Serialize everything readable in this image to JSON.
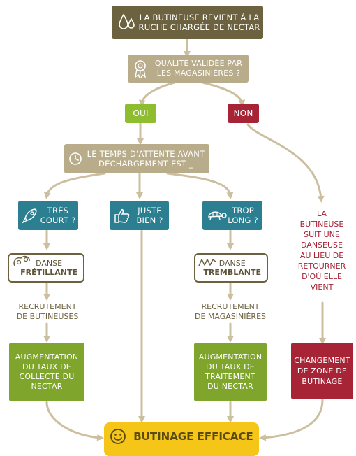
{
  "nodes": {
    "start": "LA BUTINEUSE REVIENT À LA\nRUCHE CHARGÉE DE NECTAR",
    "quality": "QUALITÉ VALIDÉE PAR\nLES MAGASINIÈRES ?",
    "yes": "OUI",
    "no": "NON",
    "wait": "LE TEMPS D'ATTENTE AVANT\nDÉCHARGEMENT EST _",
    "short": "TRÈS\nCOURT ?",
    "right": "JUSTE\nBIEN ?",
    "long": "TROP\nLONG ?",
    "dance_waggle_1": "DANSE",
    "dance_waggle_2": "FRÉTILLANTE",
    "dance_tremble_1": "DANSE",
    "dance_tremble_2": "TREMBLANTE",
    "recruit_foragers": "RECRUTEMENT\nDE BUTINEUSES",
    "recruit_storers": "RECRUTEMENT\nDE MAGASINIÈRES",
    "increase_collect": "AUGMENTATION\nDU TAUX DE\nCOLLECTE DU\nNECTAR",
    "increase_process": "AUGMENTATION\nDU TAUX DE\nTRAITEMENT\nDU NECTAR",
    "follows_dancer": "LA\nBUTINEUSE\nSUIT UNE\nDANSEUSE\nAU LIEU DE\nRETOURNER\nD'OÙ ELLE\nVIENT",
    "change_zone": "CHANGEMENT\nDE ZONE DE\nBUTINAGE",
    "final": "BUTINAGE EFFICACE"
  },
  "icons": {
    "start": "nectar-drops-icon",
    "quality": "award-ribbon-icon",
    "wait": "clock-icon",
    "short": "rocket-icon",
    "right": "thumbs-up-icon",
    "long": "turtle-icon",
    "dance_waggle": "waggle-dance-icon",
    "dance_tremble": "tremble-dance-icon",
    "final": "smiley-icon"
  },
  "colors": {
    "olive": "#6d6240",
    "beige": "#b8ac8b",
    "green": "#8ebd2f",
    "red": "#a72336",
    "teal": "#2b7f90",
    "yellow": "#f5c518",
    "arrow": "#cbbf9f"
  }
}
